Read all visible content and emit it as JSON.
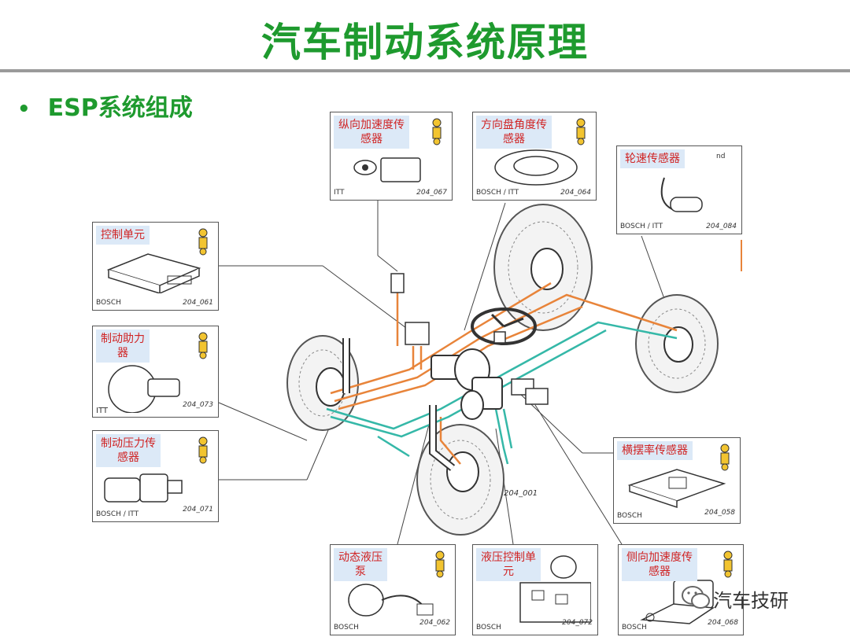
{
  "title": "汽车制动系统原理",
  "bullet": "ESP系统组成",
  "center_code": "204_001",
  "components": [
    {
      "id": "longitudinal-accel-sensor",
      "label": "纵向加速度传\n感器",
      "maker": "ITT",
      "code": "204_067"
    },
    {
      "id": "steering-angle-sensor",
      "label": "方向盘角度传\n感器",
      "maker": "BOSCH / ITT",
      "code": "204_064"
    },
    {
      "id": "wheel-speed-sensor",
      "label": "轮速传感器",
      "maker": "BOSCH / ITT",
      "code": "204_084"
    },
    {
      "id": "control-unit",
      "label": "控制单元",
      "maker": "BOSCH",
      "code": "204_061"
    },
    {
      "id": "brake-booster",
      "label": "制动助力\n器",
      "maker": "ITT",
      "code": "204_073"
    },
    {
      "id": "brake-pressure-sensor",
      "label": "制动压力传\n感器",
      "maker": "BOSCH / ITT",
      "code": "204_071"
    },
    {
      "id": "yaw-rate-sensor",
      "label": "横摆率传感器",
      "maker": "BOSCH",
      "code": "204_058"
    },
    {
      "id": "dynamic-hydraulic-pump",
      "label": "动态液压\n泵",
      "maker": "BOSCH",
      "code": "204_062"
    },
    {
      "id": "hydraulic-control-unit",
      "label": "液压控制单\n元",
      "maker": "BOSCH",
      "code": "204_072"
    },
    {
      "id": "lateral-accel-sensor",
      "label": "侧向加速度传\n感器",
      "maker": "BOSCH",
      "code": "204_068"
    }
  ],
  "nd_fragment": "nd",
  "watermark": "汽车技研",
  "colors": {
    "title_green": "#1e9a2e",
    "label_red": "#d02424",
    "label_bg": "#dce9f7",
    "wire_orange": "#e8843a",
    "wire_teal": "#35b8a8"
  }
}
